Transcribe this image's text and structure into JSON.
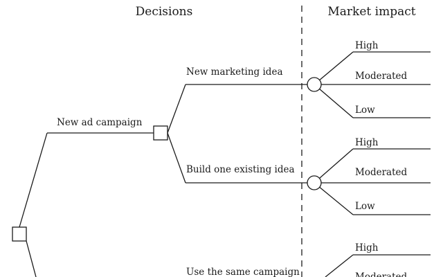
{
  "headers": {
    "decisions": "Decisions",
    "market_impact": "Market impact"
  },
  "decisions": {
    "root_branch": "New ad campaign",
    "option_1": "New marketing idea",
    "option_2": "Build one existing idea",
    "option_3": "Use the same campaign"
  },
  "outcomes": {
    "group_1": [
      "High",
      "Moderated",
      "Low"
    ],
    "group_2": [
      "High",
      "Moderated",
      "Low"
    ],
    "group_3": [
      "High",
      "Moderated"
    ]
  }
}
